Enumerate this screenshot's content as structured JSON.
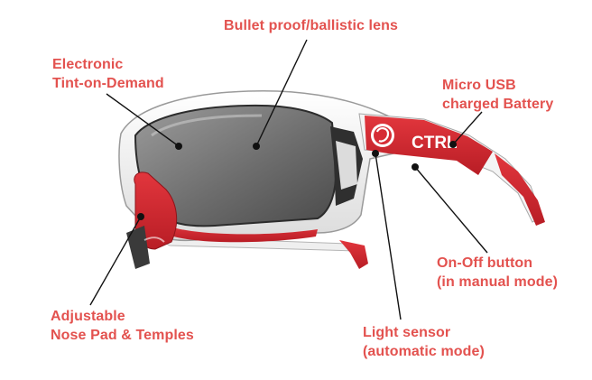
{
  "diagram": {
    "accent_color": "#e3524f",
    "labels": {
      "lens": "Bullet proof/ballistic lens",
      "tint_line1": "Electronic",
      "tint_line2": "Tint-on-Demand",
      "usb_line1": "Micro USB",
      "usb_line2": "charged Battery",
      "button_line1": "On-Off button",
      "button_line2": "(in manual mode)",
      "sensor_line1": "Light sensor",
      "sensor_line2": "(automatic mode)",
      "nose_line1": "Adjustable",
      "nose_line2": "Nose Pad & Temples"
    },
    "logo_text": "CTRL"
  }
}
